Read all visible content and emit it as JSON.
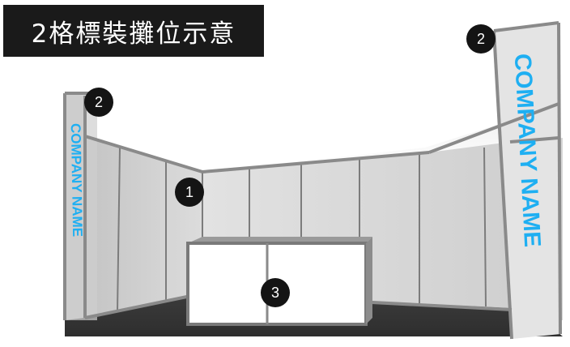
{
  "title": "2格標裝攤位示意",
  "markers": {
    "counter_left_wall": "1",
    "left_fascia": "2",
    "right_fascia": "2",
    "reception_counter": "3"
  },
  "fascia_left_text": "COMPANY NAME",
  "fascia_right_text": "COMPANY NAME",
  "colors": {
    "title_bg": "#1a1a1a",
    "company_text": "#1eaff2",
    "marker_bg": "#141414",
    "panel": "#d4d4d4",
    "frame": "#8a8a8a",
    "floor": "#3a3a3a",
    "counter": "#ffffff"
  }
}
